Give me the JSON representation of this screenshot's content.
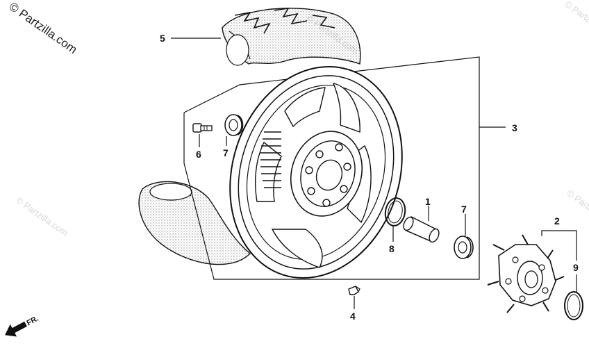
{
  "watermark": {
    "main": "© Partzilla.com",
    "faint": "© Partzilla.com"
  },
  "direction_marker": "FR.",
  "callouts": [
    "1",
    "2",
    "3",
    "4",
    "5",
    "6",
    "7",
    "7",
    "8",
    "9"
  ],
  "colors": {
    "line": "#111111",
    "stipple": "#9a9a9a",
    "background": "#ffffff"
  }
}
